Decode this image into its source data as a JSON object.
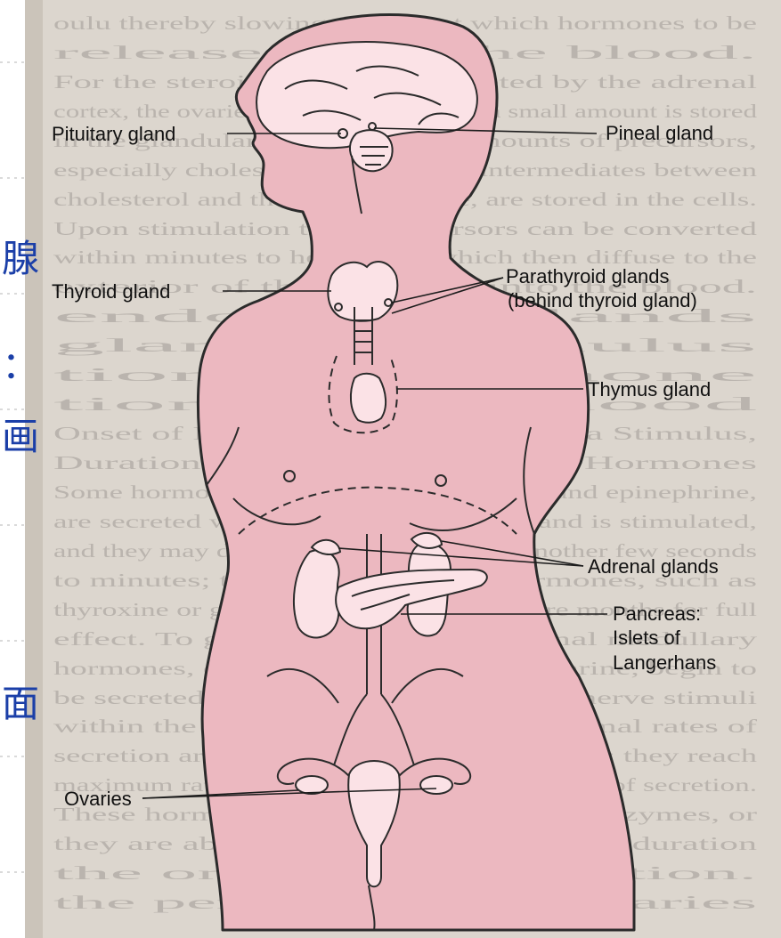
{
  "labels": {
    "pituitary": "Pituitary gland",
    "pineal": "Pineal gland",
    "thyroid": "Thyroid gland",
    "parathyroid_line1": "Parathyroid glands",
    "parathyroid_line2": "(behind thyroid gland)",
    "thymus": "Thymus gland",
    "adrenal": "Adrenal glands",
    "pancreas_line1": "Pancreas:",
    "pancreas_line2": "Islets of",
    "pancreas_line3": "Langerhans",
    "ovaries": "Ovaries"
  },
  "side_chars": [
    "腺",
    "：",
    "画",
    "面"
  ],
  "background_text": [
    "oulu thereby slowing the rate at which hormones to be",
    "released into the blood.",
    "For the steroid hormones secreted by the adrenal",
    "cortex, the ovaries, and the testes, only a small amount is stored",
    "in the glandular cells, but large amounts of precursors,",
    "especially cholesterol and various intermediates between",
    "cholesterol and the final hormone, are stored in the cells.",
    "Upon stimulation these precursors can be converted",
    "within minutes to hormones, which then diffuse to the",
    "exterior of the cell and into the blood.",
    "endocrine glands",
    "gland to stimulus",
    "tion of hormone",
    "tion in the blood",
    "Onset of Hormone Secretion After a Stimulus,",
    "Duration of Action of Different Hormones",
    "Some hormones, such as norepinephrine and epinephrine,",
    "are secreted within seconds after the gland is stimulated,",
    "and they may develop full action within another few seconds",
    "to minutes; the actions of other hormones, such as",
    "thyroxine or growth hormone, may require months for full",
    "effect. To give examples, the adrenal medullary",
    "hormones, epinephrine and norepinephrine, begin to",
    "be secreted in response to sympathetic nerve stimuli",
    "within the first second or so and maximal rates of",
    "secretion are reached within a few seconds; they reach",
    "maximum rates within a minute after the onset of secretion.",
    "These hormones are also destroyed by enzymes, or",
    "they are absorbed by tissues in a short duration",
    "the onset of stimulation.",
    "the period of action varies"
  ]
}
